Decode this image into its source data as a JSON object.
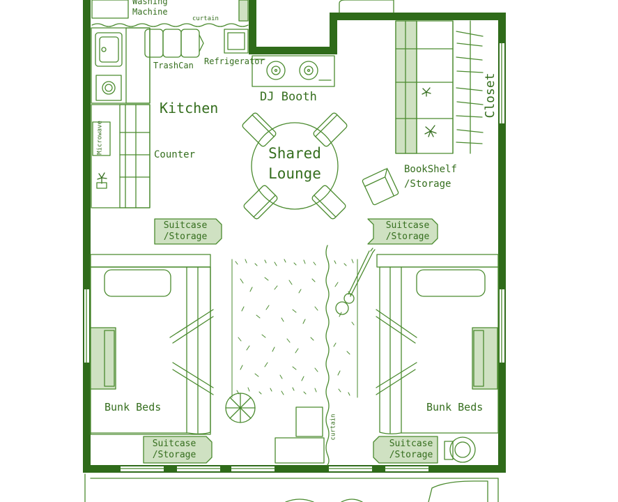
{
  "floorplan": {
    "colors": {
      "wall": "#2f6b1a",
      "line": "#4a8a2e",
      "fill": "#cfe1c2",
      "background": "#ffffff"
    },
    "labels": {
      "washing_machine": "Washing\nMachine",
      "curtain_top": "curtain",
      "trashcan": "TrashCan",
      "refrigerator": "Refrigerator",
      "dj_booth": "DJ Booth",
      "kitchen": "Kitchen",
      "microwave": "Microwave",
      "counter": "Counter",
      "shared_lounge": "Shared\nLounge",
      "closet": "Closet",
      "bookshelf": "BookShelf\n/Storage",
      "suitcase_left_top": "Suitcase\n/Storage",
      "suitcase_right_top": "Suitcase\n/Storage",
      "bunk_beds_left": "Bunk Beds",
      "bunk_beds_right": "Bunk Beds",
      "suitcase_left_bottom": "Suitcase\n/Storage",
      "suitcase_right_bottom": "Suitcase\n/Storage",
      "curtain_vertical": "curtain"
    }
  }
}
